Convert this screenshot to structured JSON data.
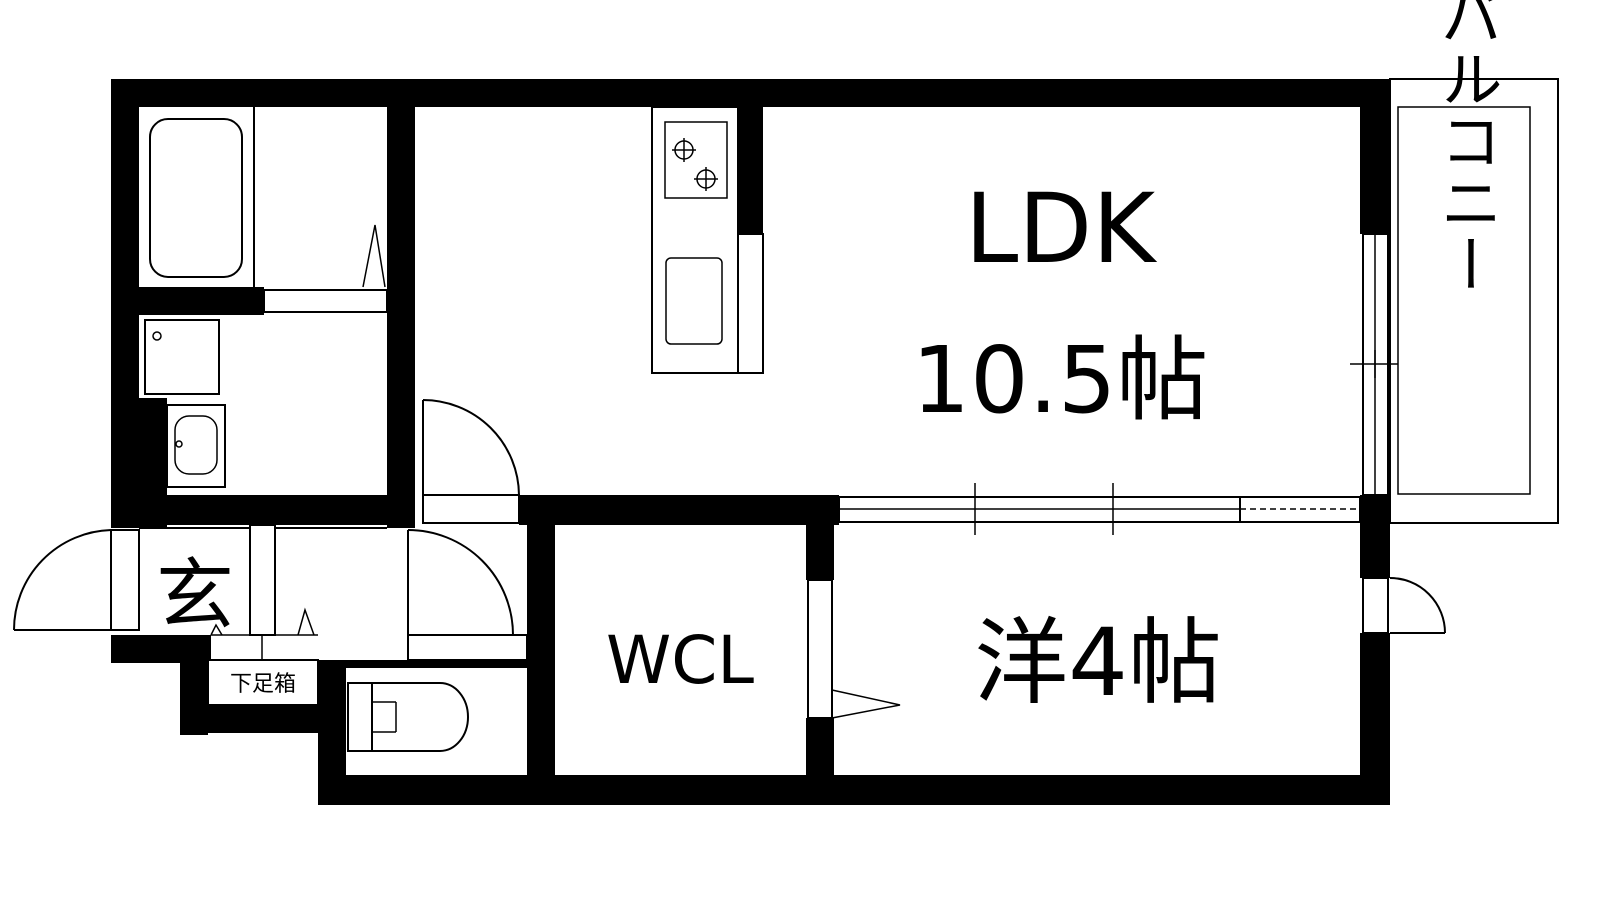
{
  "rooms": {
    "ldk_name": "LDK",
    "ldk_size": "10.5帖",
    "western_room": "洋4帖",
    "walk_in_closet": "WCL",
    "entrance": "玄",
    "shoe_box": "下足箱",
    "balcony": "バルコニー"
  },
  "colors": {
    "wall": "#000000",
    "background": "#ffffff"
  }
}
